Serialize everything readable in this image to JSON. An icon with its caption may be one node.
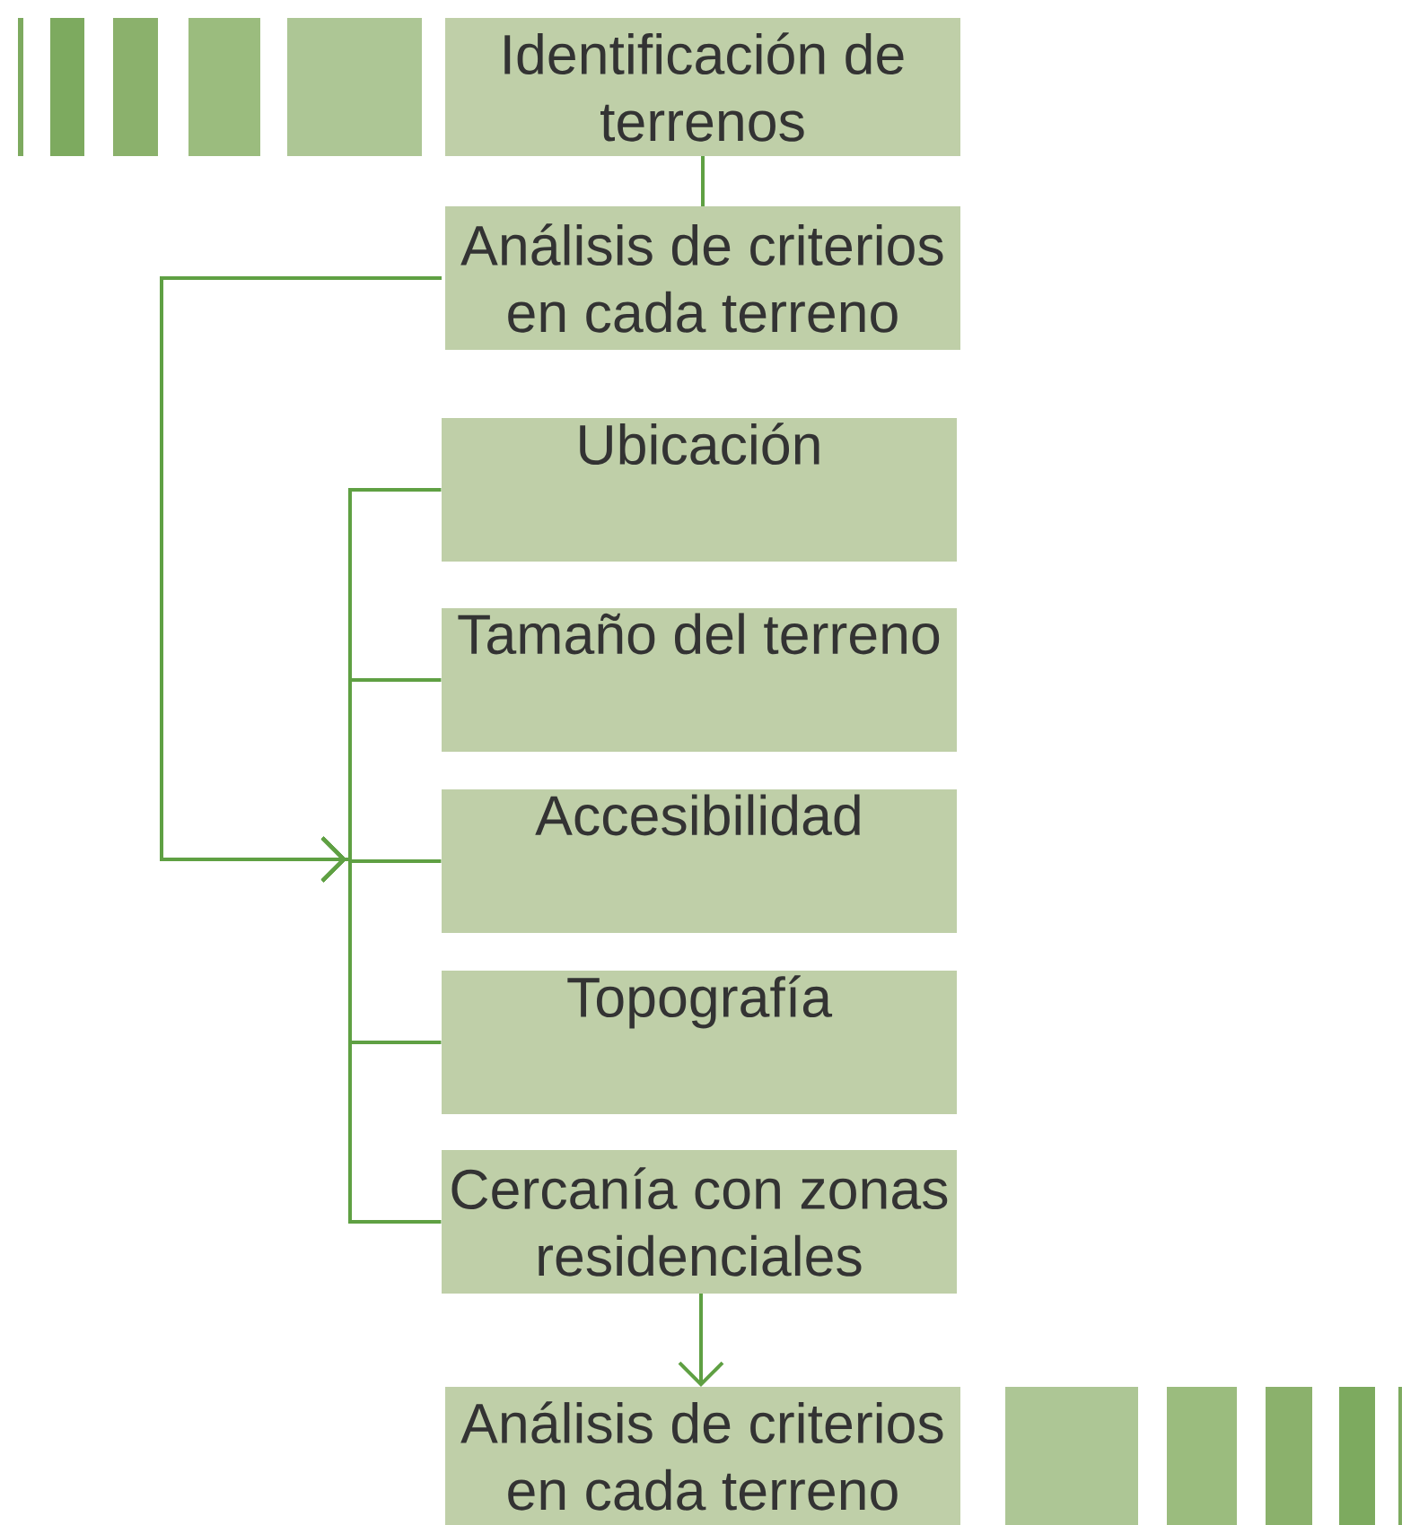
{
  "diagram": {
    "nodes": [
      {
        "text": [
          "Identificación de terrenos"
        ]
      },
      {
        "text": [
          "Análisis de criterios en cada terreno"
        ]
      },
      {
        "text": [
          "Ubicación"
        ]
      },
      {
        "text": [
          "Tamaño del terreno"
        ]
      },
      {
        "text": [
          "Accesibilidad"
        ]
      },
      {
        "text": [
          "Topografía"
        ]
      },
      {
        "text": [
          "Cercanía con zonas residenciales"
        ]
      },
      {
        "text": [
          "Análisis de criterios en cada terreno"
        ]
      }
    ],
    "edges": [
      {
        "from": 0,
        "to": 1,
        "arrow": "none"
      },
      {
        "from": 1,
        "to": 2,
        "arrow": "to"
      },
      {
        "from": 1,
        "to": 3,
        "arrow": "to"
      },
      {
        "from": 1,
        "to": 4,
        "arrow": "to"
      },
      {
        "from": 1,
        "to": 5,
        "arrow": "to"
      },
      {
        "from": 1,
        "to": 6,
        "arrow": "to"
      },
      {
        "from": 6,
        "to": 7,
        "arrow": "to"
      }
    ]
  }
}
